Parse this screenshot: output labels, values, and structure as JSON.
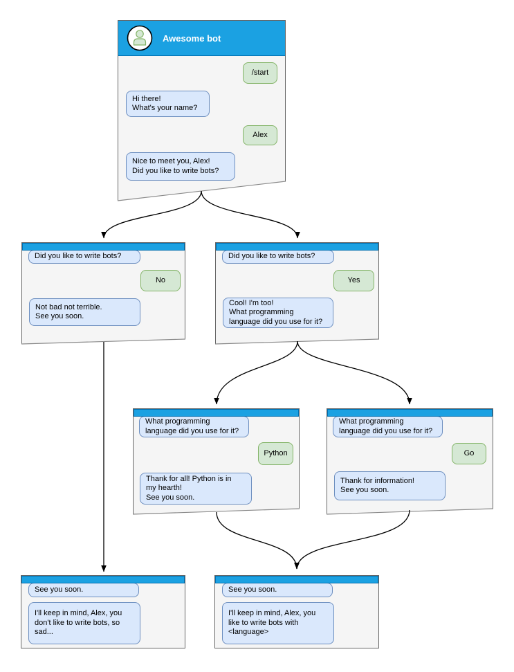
{
  "colors": {
    "header_blue": "#1ba1e2",
    "header_border": "#006eaf",
    "window_bg": "#f5f5f5",
    "window_border": "#666666",
    "bot_bubble_bg": "#dae8fc",
    "bot_bubble_border": "#6c8ebf",
    "user_bubble_bg": "#d5e8d4",
    "user_bubble_border": "#82b366",
    "canvas_bg": "#ffffff"
  },
  "icons": {
    "avatar": "person-icon"
  },
  "windows": {
    "main": {
      "title": "Awesome bot",
      "messages": {
        "start": "/start",
        "greeting": "Hi there!\nWhat's your name?",
        "name": "Alex",
        "nice": "Nice to meet you, Alex!\nDid you like to write bots?"
      }
    },
    "branch_no": {
      "question": "Did you like to write bots?",
      "answer": "No",
      "reply": "Not bad not terrible.\nSee you soon."
    },
    "branch_yes": {
      "question": "Did you like to write bots?",
      "answer": "Yes",
      "reply": "Cool! I'm too!\nWhat programming\nlanguage did you use for it?"
    },
    "lang_python": {
      "question": "What programming\nlanguage did you use for it?",
      "answer": "Python",
      "reply": "Thank for all! Python is in\nmy hearth!\nSee you soon."
    },
    "lang_go": {
      "question": "What programming\nlanguage did you use for it?",
      "answer": "Go",
      "reply": "Thank for information!\nSee you soon."
    },
    "end_no": {
      "question": "See you soon.",
      "reply": "I'll keep in mind, Alex, you\ndon't like to write bots, so\nsad..."
    },
    "end_yes": {
      "question": "See you soon.",
      "reply": "I'll keep in mind, Alex, you\nlike to write bots with\n<language>"
    }
  }
}
